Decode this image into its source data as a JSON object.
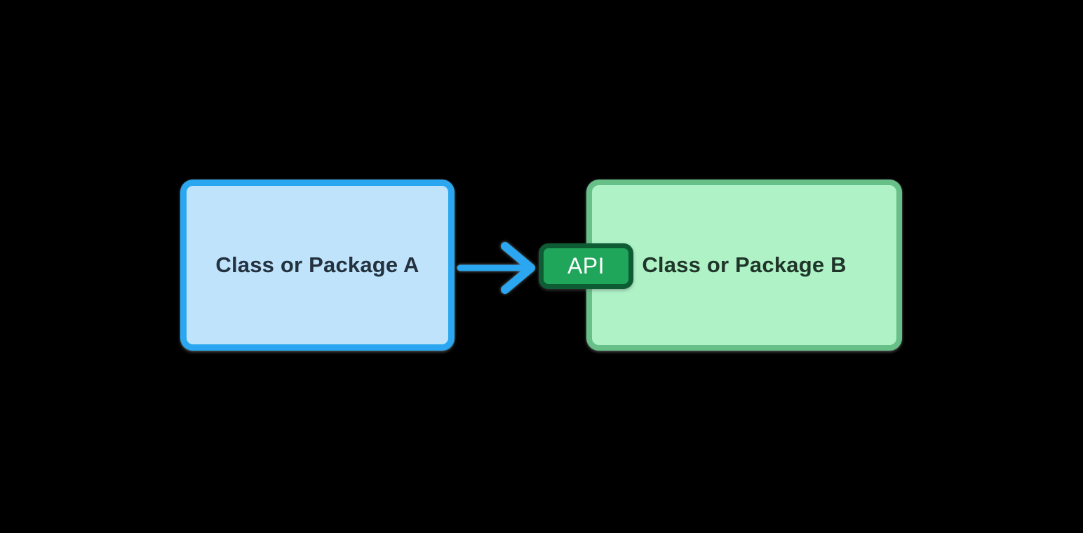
{
  "diagram": {
    "node_a": {
      "label": "Class or Package A"
    },
    "node_b": {
      "label": "Class or Package B"
    },
    "api_badge": {
      "label": "API"
    },
    "connector": {
      "type": "arrow",
      "direction": "right"
    }
  },
  "colors": {
    "background": "#000000",
    "node_a_fill": "#BEE3FB",
    "node_a_border": "#2AA7F0",
    "node_a_text": "#24313F",
    "node_b_fill": "#AEF2C6",
    "node_b_border": "#68C089",
    "node_b_text": "#1F3529",
    "badge_fill": "#1FA65A",
    "badge_border": "#0E5C34",
    "badge_text": "#FFFFFF",
    "arrow": "#2AA7F0",
    "shadow": "#8A8A8A"
  }
}
